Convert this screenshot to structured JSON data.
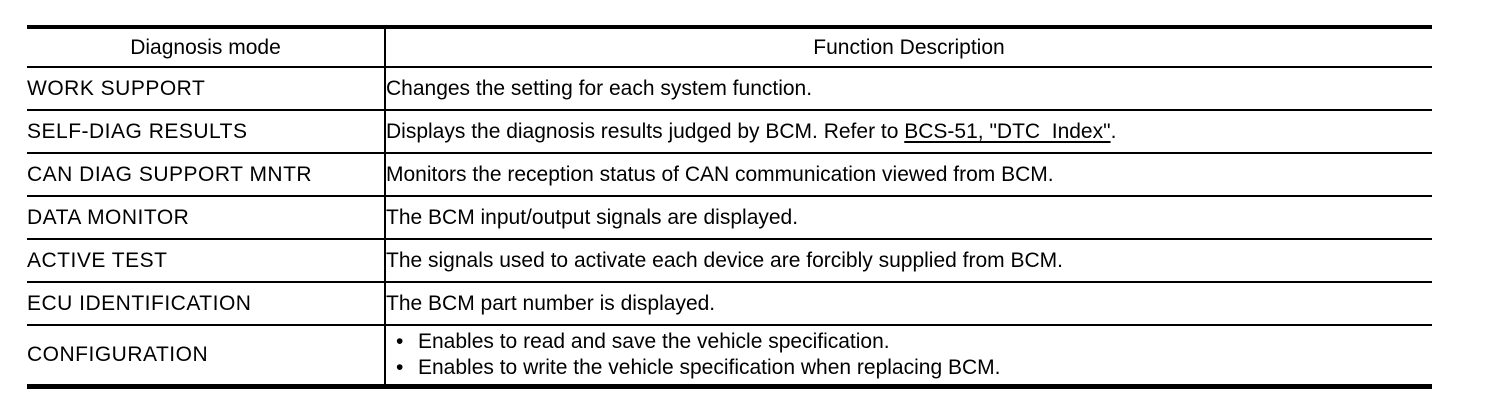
{
  "table": {
    "columns": [
      {
        "label": "Diagnosis mode"
      },
      {
        "label": "Function Description"
      }
    ],
    "rows": [
      {
        "mode": "WORK SUPPORT",
        "description": "Changes the setting for each system function."
      },
      {
        "mode": "SELF-DIAG RESULTS",
        "description_prefix": "Displays the diagnosis results judged by BCM. Refer to ",
        "link_text": "BCS-51, \"DTC  Index\"",
        "link_suffix": "."
      },
      {
        "mode": "CAN DIAG SUPPORT MNTR",
        "description": "Monitors the reception status of CAN communication viewed from BCM."
      },
      {
        "mode": "DATA MONITOR",
        "description": "The BCM input/output signals are displayed."
      },
      {
        "mode": "ACTIVE TEST",
        "description": "The signals used to activate each device are forcibly supplied from BCM."
      },
      {
        "mode": "ECU IDENTIFICATION",
        "description": "The BCM part number is displayed."
      },
      {
        "mode": "CONFIGURATION",
        "bullets": [
          "Enables to read and save the vehicle specification.",
          "Enables to write the vehicle specification when replacing BCM."
        ]
      }
    ]
  },
  "colors": {
    "ink": "#000000",
    "paper": "#ffffff"
  }
}
